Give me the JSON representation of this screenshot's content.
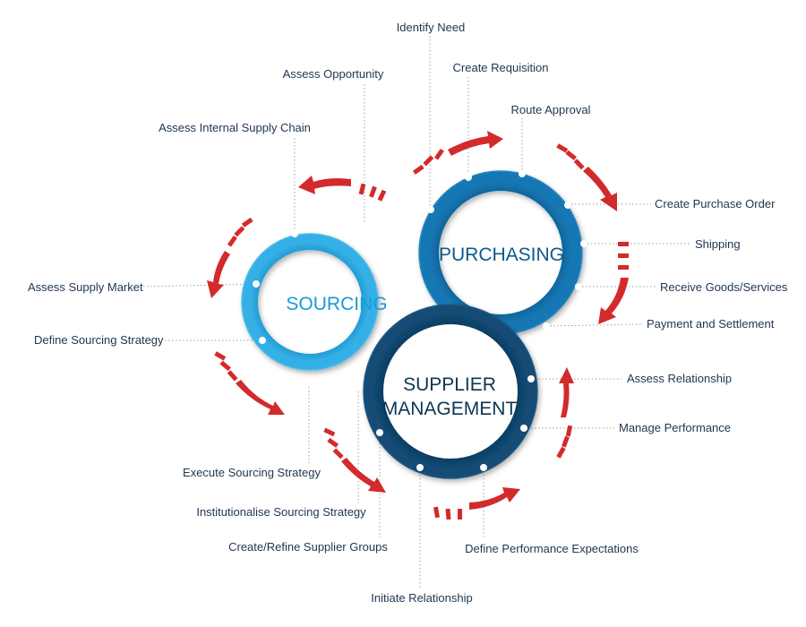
{
  "cycles": {
    "sourcing": {
      "title": "SOURCING",
      "color": "#1a9ad6"
    },
    "purchasing": {
      "title": "PURCHASING",
      "color": "#0f6aa3"
    },
    "supplier_management": {
      "title_line1": "SUPPLIER",
      "title_line2": "MANAGEMENT",
      "color": "#0b3d5e"
    }
  },
  "arrow_color": "#d32a2b",
  "labels": {
    "identify_need": "Identify Need",
    "create_requisition": "Create Requisition",
    "route_approval": "Route Approval",
    "create_purchase_order": "Create Purchase Order",
    "shipping": "Shipping",
    "receive_goods": "Receive Goods/Services",
    "payment_settlement": "Payment and Settlement",
    "assess_opportunity": "Assess Opportunity",
    "assess_internal_supply_chain": "Assess Internal Supply Chain",
    "assess_supply_market": "Assess Supply Market",
    "define_sourcing_strategy": "Define Sourcing Strategy",
    "execute_sourcing_strategy": "Execute Sourcing Strategy",
    "institutionalise_sourcing_strategy": "Institutionalise Sourcing Strategy",
    "create_refine_supplier_groups": "Create/Refine Supplier Groups",
    "initiate_relationship": "Initiate Relationship",
    "define_performance_expectations": "Define Performance Expectations",
    "manage_performance": "Manage Performance",
    "assess_relationship": "Assess Relationship"
  }
}
